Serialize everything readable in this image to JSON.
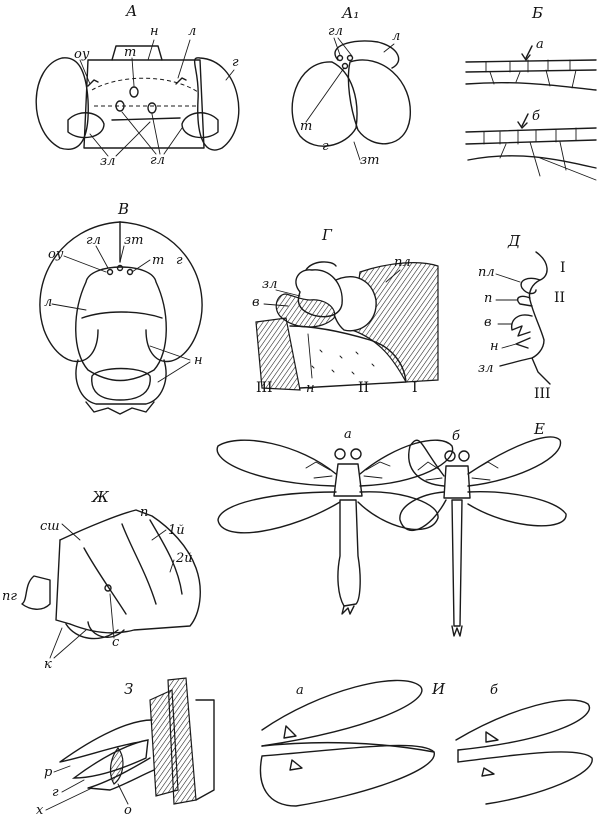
{
  "panels": {
    "A": {
      "title": "А",
      "labels": [
        "оу",
        "т",
        "н",
        "л",
        "г",
        "зл",
        "гл"
      ]
    },
    "A1": {
      "title": "А₁",
      "labels": [
        "гл",
        "л",
        "т",
        "г",
        "зт"
      ]
    },
    "B": {
      "title": "Б",
      "labels": [
        "а",
        "б"
      ]
    },
    "V": {
      "title": "В",
      "labels": [
        "гл",
        "зт",
        "оу",
        "т",
        "г",
        "л",
        "н"
      ]
    },
    "G": {
      "title": "Г",
      "labels": [
        "пл",
        "зл",
        "в",
        "н",
        "III",
        "II",
        "I"
      ]
    },
    "D": {
      "title": "Д",
      "labels": [
        "I",
        "пл",
        "п",
        "II",
        "в",
        "н",
        "зл",
        "III"
      ]
    },
    "E": {
      "title": "Е",
      "labels": [
        "а",
        "б"
      ]
    },
    "ZH": {
      "title": "Ж",
      "labels": [
        "п",
        "сш",
        "1й",
        "2й",
        "пг",
        "с",
        "к"
      ]
    },
    "Z": {
      "title": "З",
      "labels": [
        "р",
        "г",
        "х",
        "о"
      ]
    },
    "I": {
      "title": "И",
      "labels": [
        "а",
        "б"
      ]
    }
  },
  "colors": {
    "ink": "#1a1a1a",
    "paper": "#ffffff"
  }
}
